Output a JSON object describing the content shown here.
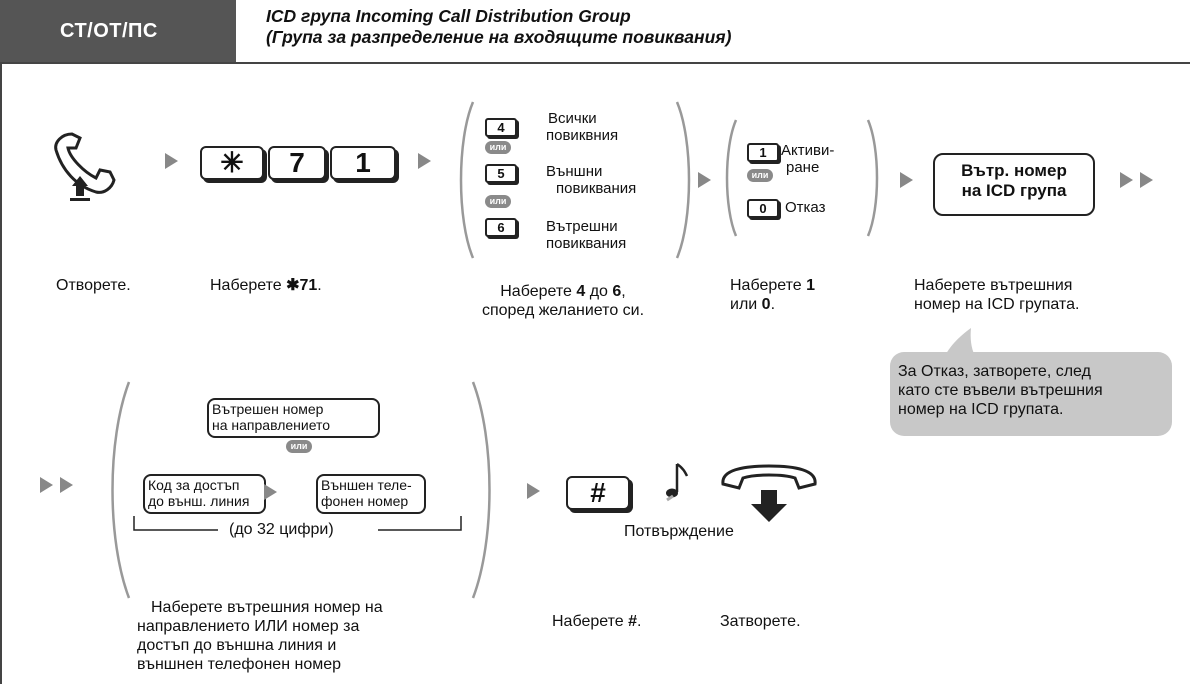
{
  "header": {
    "tab": "СТ/ОТ/ПС",
    "title_line1": "ICD група Incoming Call Distribution Group",
    "title_line2": "(Група за разпределение на входящите повиквания)"
  },
  "keys": {
    "star": "✳",
    "seven": "7",
    "one_big": "1",
    "hash": "#",
    "k4": "4",
    "k5": "5",
    "k6": "6",
    "k1": "1",
    "k0": "0"
  },
  "or_badge": "или",
  "group1": {
    "opt4": [
      "Всички",
      "повиквния"
    ],
    "opt5": [
      "Външни",
      "повиквания"
    ],
    "opt6": [
      "Вътрешни",
      "повиквания"
    ]
  },
  "group2": {
    "opt1": [
      "Активи-",
      "ране"
    ],
    "opt0": "Отказ"
  },
  "icd_box": [
    "Вътр. номер",
    "на ICD група"
  ],
  "captions": {
    "open": "Отворете.",
    "dial71_a": "Наберете ",
    "dial71_b": "✱71",
    "dial71_c": ".",
    "dial46_l1_a": "Наберете ",
    "dial46_l1_b": "4",
    "dial46_l1_c": " до ",
    "dial46_l1_d": "6",
    "dial46_l1_e": ",",
    "dial46_l2": "според желанието си.",
    "dial10_l1_a": "Наберете ",
    "dial10_l1_b": "1",
    "dial10_l2_a": "или ",
    "dial10_l2_b": "0",
    "dial10_l2_c": ".",
    "icd_l1": "Наберете вътрешния",
    "icd_l2": "номер на ICD групата."
  },
  "callout": [
    "За Отказ, затворете, след",
    "като сте въвели вътрешния",
    "номер на ICD групата."
  ],
  "row2": {
    "box_ext": [
      "Вътрешен номер",
      "на направлението"
    ],
    "box_code": [
      "Код за достъп",
      "до външ. линия"
    ],
    "box_phone": [
      "Външен теле-",
      "фонен номер"
    ],
    "digits": "(до 32 цифри)",
    "confirm": "Потвърждение",
    "caption_main": [
      "Наберете вътрешния номер на",
      "направлението ИЛИ номер за",
      "достъп до външна линия и",
      "външнен телефонен номер"
    ],
    "dial_hash_a": "Наберете ",
    "dial_hash_b": "#",
    "dial_hash_c": ".",
    "hangup": "Затворете."
  }
}
